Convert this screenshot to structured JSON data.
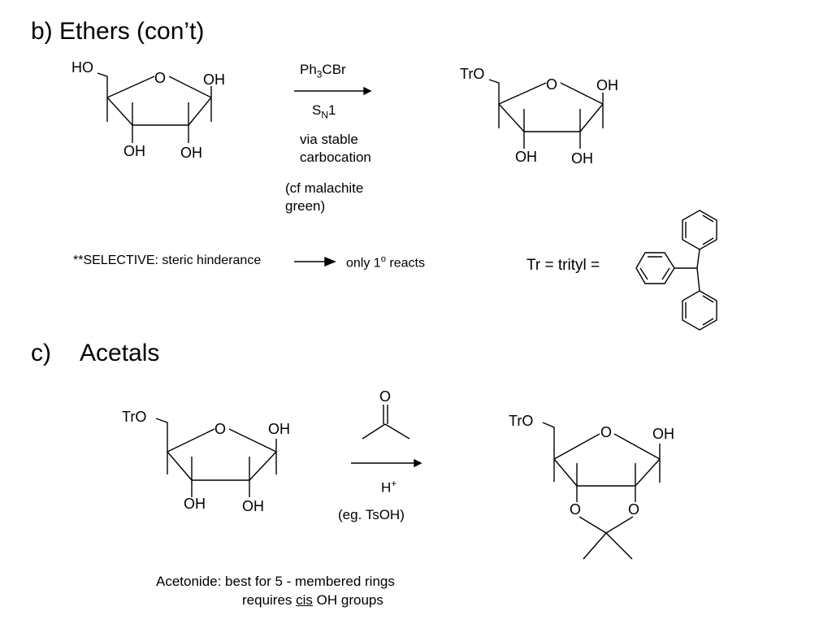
{
  "sections": {
    "ethers_title": "b) Ethers (con’t)",
    "acetals_label": "c)",
    "acetals_title": "Acetals"
  },
  "ethers": {
    "sm": {
      "ho": "HO",
      "o": "O",
      "oh1": "OH",
      "oh2": "OH",
      "oh3": "OH"
    },
    "reagent": {
      "ph": "Ph",
      "three": "3",
      "cbr": "CBr",
      "s": "S",
      "n": "N",
      "one": "1"
    },
    "via_line1": "via stable",
    "via_line2": "carbocation",
    "cf_line1": "(cf malachite",
    "cf_line2": "green)",
    "product": {
      "tro": "TrO",
      "o": "O",
      "oh1": "OH",
      "oh2": "OH",
      "oh3": "OH"
    },
    "selective_text": "**SELECTIVE: steric hinderance",
    "only_text": "only 1",
    "only_sup": "o",
    "only_tail": " reacts",
    "trityl_label": "Tr = trityl ="
  },
  "acetals": {
    "sm": {
      "tro": "TrO",
      "o": "O",
      "oh1": "OH",
      "oh2": "OH",
      "oh3": "OH"
    },
    "acetone_o": "O",
    "catalyst_h": "H",
    "catalyst_plus": "+",
    "catalyst_eg": "(eg. TsOH)",
    "product": {
      "tro": "TrO",
      "o": "O",
      "oh": "OH",
      "o2": "O",
      "o3": "O"
    },
    "footer_line1": "Acetonide: best for 5 - membered rings",
    "footer_pre": "requires ",
    "footer_cis": "cis",
    "footer_post": " OH groups"
  }
}
